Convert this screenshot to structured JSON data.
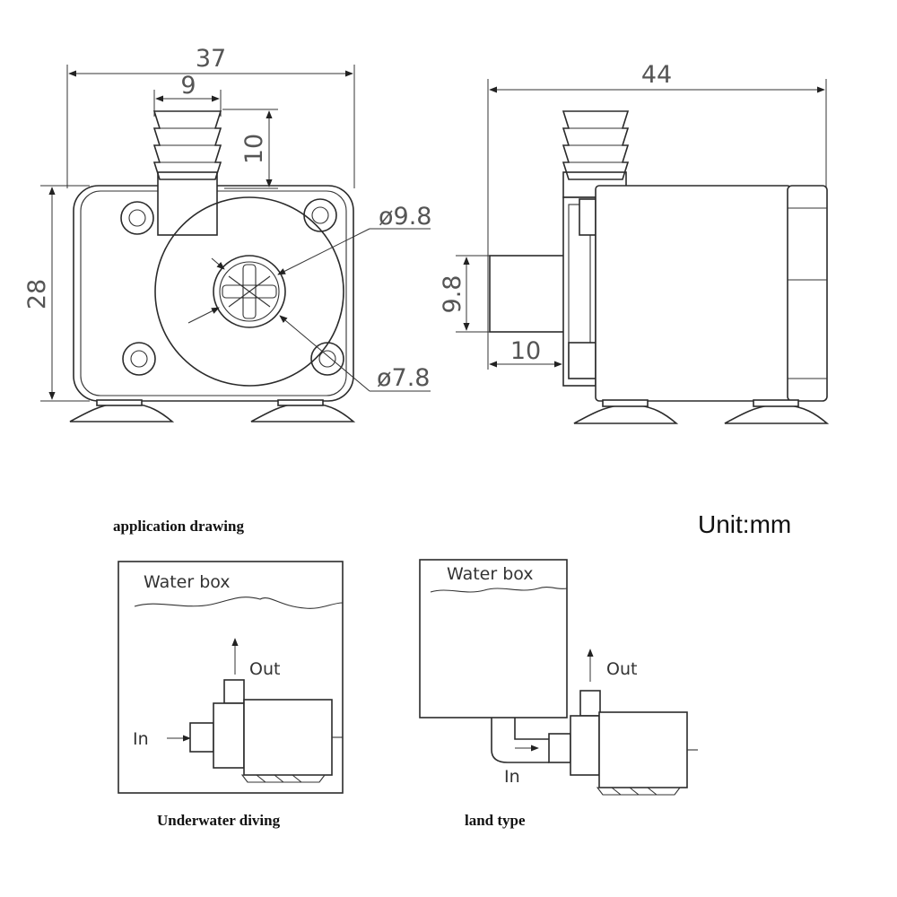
{
  "front_view": {
    "width_dim": "37",
    "outlet_width_dim": "9",
    "outlet_height_dim": "10",
    "height_dim": "28",
    "impeller_outer_dia": "ø9.8",
    "impeller_inner_dia": "ø7.8"
  },
  "side_view": {
    "length_dim": "44",
    "inlet_dia_dim": "9.8",
    "inlet_length_dim": "10"
  },
  "application": {
    "heading": "application drawing",
    "unit_label": "Unit:mm",
    "underwater": {
      "water_label": "Water box",
      "out_label": "Out",
      "in_label": "In",
      "caption": "Underwater diving"
    },
    "land": {
      "water_label": "Water box",
      "out_label": "Out",
      "in_label": "In",
      "caption": "land type"
    }
  },
  "colors": {
    "line": "#2b2b2b",
    "dimension_text": "#555555",
    "caption_text": "#111111",
    "background": "#ffffff"
  }
}
